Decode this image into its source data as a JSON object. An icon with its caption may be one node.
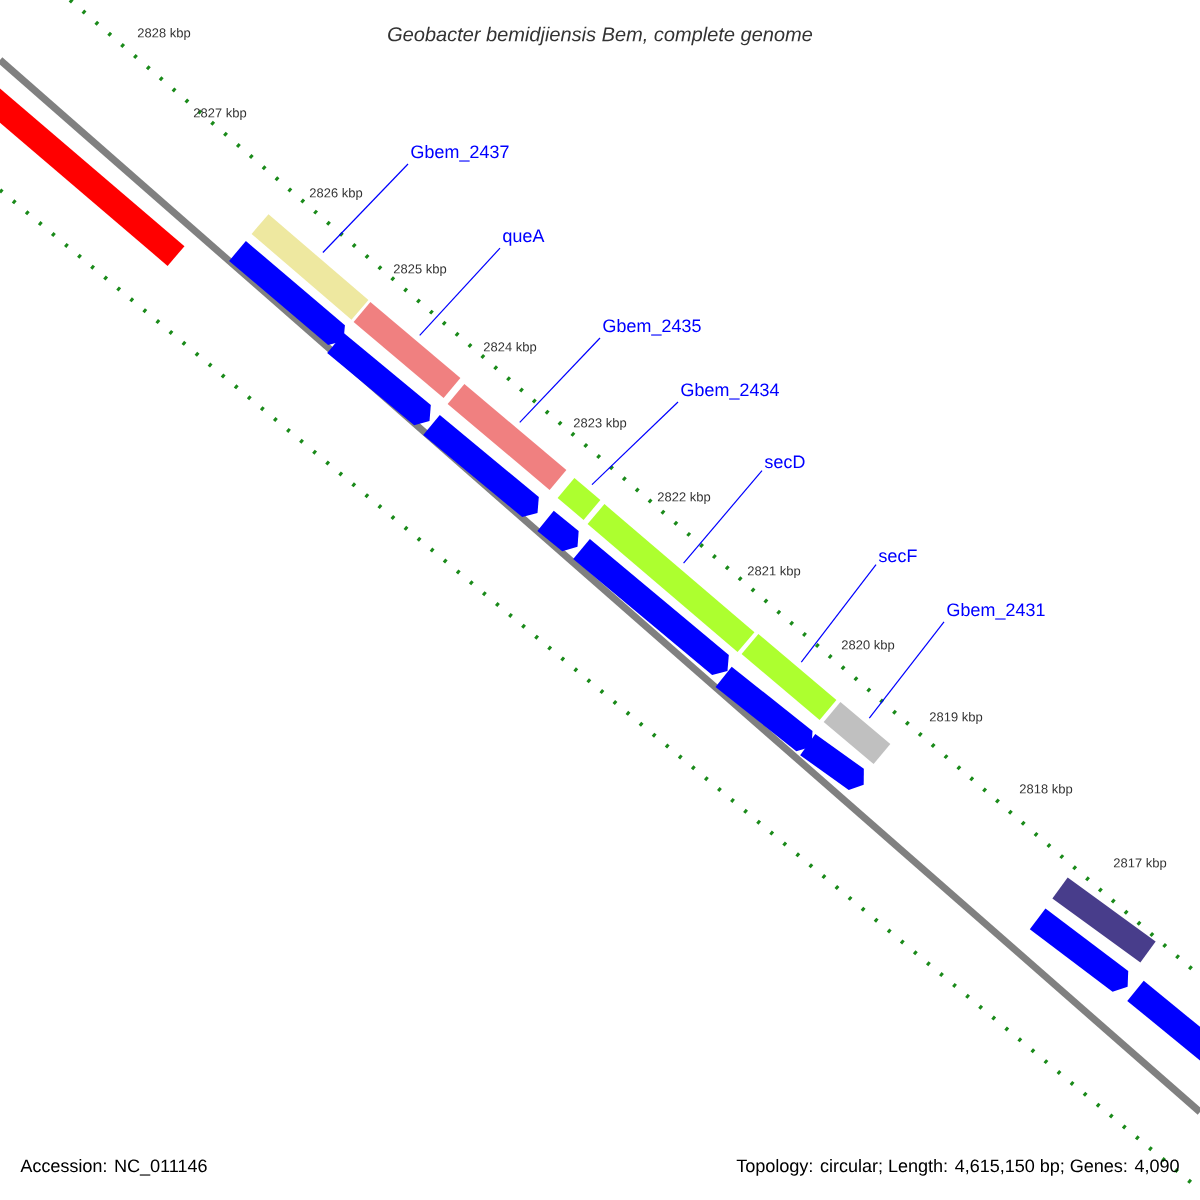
{
  "diagram": {
    "title": "Geobacter bemidjiensis Bem, complete genome",
    "nodes": [
      {
        "text": [
          "Gbem_2437"
        ]
      },
      {
        "text": [
          "queA"
        ]
      },
      {
        "text": [
          "Gbem_2435"
        ]
      },
      {
        "text": [
          "Gbem_2434"
        ]
      },
      {
        "text": [
          "secD"
        ]
      },
      {
        "text": [
          "secF"
        ]
      },
      {
        "text": [
          "Gbem_2431"
        ]
      },
      {
        "text": [],
        "shape": "bar"
      },
      {
        "text": [],
        "shape": "bar"
      },
      {
        "text": [],
        "shape": "bar"
      },
      {
        "text": [],
        "shape": "bar"
      },
      {
        "text": [],
        "shape": "bar"
      },
      {
        "text": [],
        "shape": "bar"
      },
      {
        "text": [],
        "shape": "bar"
      },
      {
        "text": [],
        "shape": "bar"
      },
      {
        "text": [],
        "shape": "bar"
      },
      {
        "text": [],
        "shape": "pentagon"
      },
      {
        "text": [],
        "shape": "pentagon"
      },
      {
        "text": [],
        "shape": "pentagon"
      },
      {
        "text": [],
        "shape": "pentagon"
      },
      {
        "text": [],
        "shape": "pentagon"
      },
      {
        "text": [],
        "shape": "pentagon"
      },
      {
        "text": [],
        "shape": "pentagon"
      },
      {
        "text": [],
        "shape": "pentagon"
      },
      {
        "text": [],
        "shape": "pentagon"
      }
    ],
    "edges": [
      {
        "from": 0,
        "to": 7,
        "arrow": "none"
      },
      {
        "from": 1,
        "to": 8,
        "arrow": "none"
      },
      {
        "from": 2,
        "to": 9,
        "arrow": "none"
      },
      {
        "from": 3,
        "to": 10,
        "arrow": "none"
      },
      {
        "from": 4,
        "to": 11,
        "arrow": "none"
      },
      {
        "from": 5,
        "to": 12,
        "arrow": "none"
      },
      {
        "from": 6,
        "to": 13,
        "arrow": "none"
      }
    ],
    "labels": [
      "2828 kbp",
      "2827 kbp",
      "2826 kbp",
      "2825 kbp",
      "2824 kbp",
      "2823 kbp",
      "2822 kbp",
      "2821 kbp",
      "2820 kbp",
      "2819 kbp",
      "2818 kbp",
      "2817 kbp",
      "Accession: NC_011146",
      "Topology: circular; Length: 4,615,150 bp; Genes: 4,090"
    ]
  }
}
